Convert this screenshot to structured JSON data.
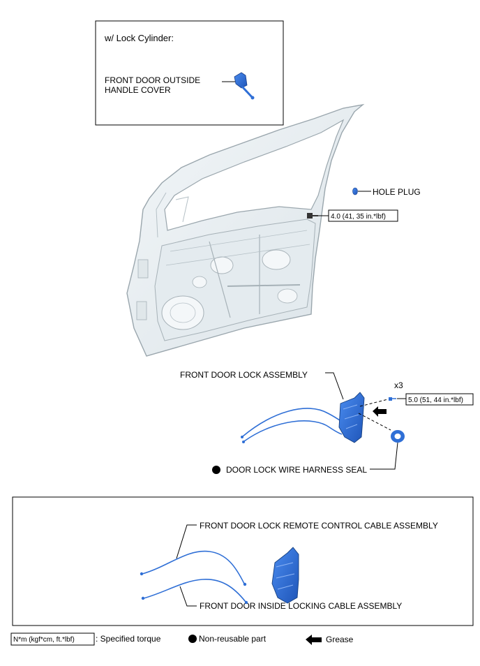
{
  "inset": {
    "heading": "w/ Lock Cylinder:",
    "part_label_line1": "FRONT DOOR OUTSIDE",
    "part_label_line2": "HANDLE COVER"
  },
  "labels": {
    "hole_plug": "HOLE PLUG",
    "torque_bolt": "4.0 (41, 35 in.*lbf)",
    "lock_assembly": "FRONT DOOR LOCK ASSEMBLY",
    "qty": "x3",
    "torque_lock": "5.0 (51, 44 in.*lbf)",
    "harness_seal": "DOOR LOCK WIRE HARNESS SEAL"
  },
  "detail": {
    "remote_cable": "FRONT DOOR LOCK REMOTE CONTROL CABLE ASSEMBLY",
    "inside_cable": "FRONT DOOR INSIDE LOCKING CABLE ASSEMBLY"
  },
  "legend": {
    "torque_unit": "N*m (kgf*cm, ft.*lbf)",
    "torque_desc": ": Specified torque",
    "nonreusable": "Non-reusable part",
    "grease": "Grease"
  },
  "colors": {
    "part_blue": "#2f6fd6",
    "door_fill": "#e8eef2",
    "door_line": "#9aa6ad"
  }
}
